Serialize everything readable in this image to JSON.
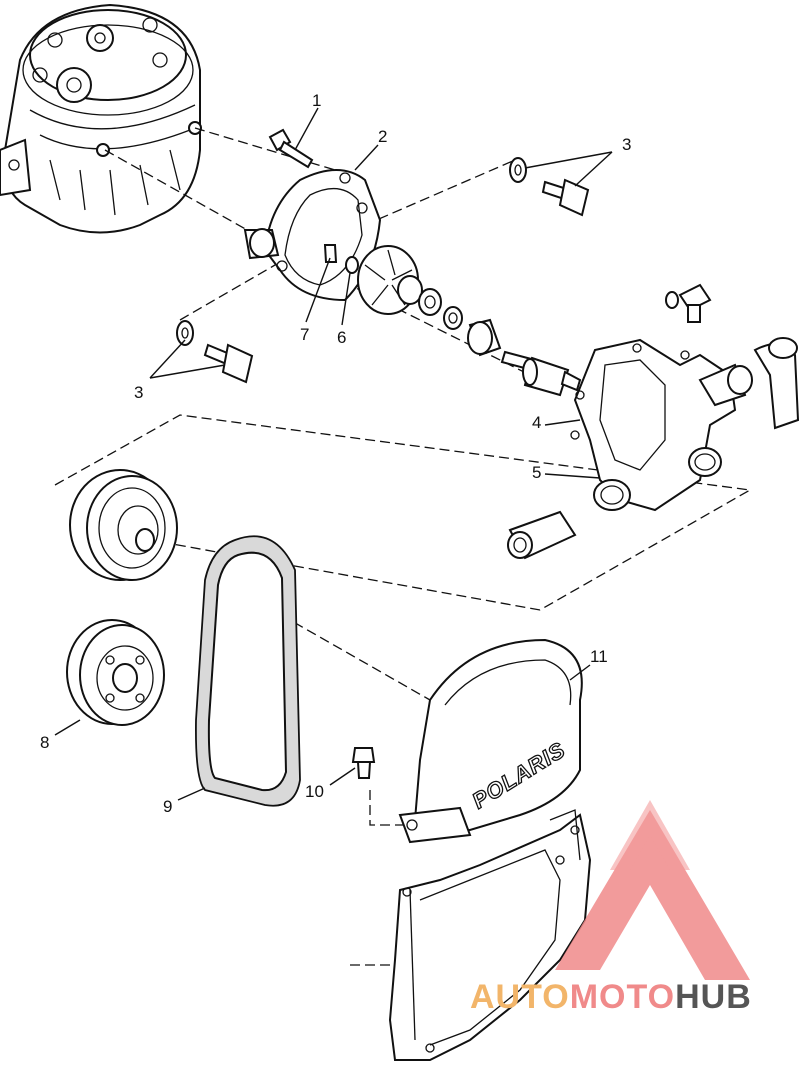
{
  "diagram": {
    "callouts": [
      {
        "id": "1",
        "label": "1"
      },
      {
        "id": "2",
        "label": "2"
      },
      {
        "id": "3a",
        "label": "3"
      },
      {
        "id": "3b",
        "label": "3"
      },
      {
        "id": "4",
        "label": "4"
      },
      {
        "id": "5",
        "label": "5"
      },
      {
        "id": "6",
        "label": "6"
      },
      {
        "id": "7",
        "label": "7"
      },
      {
        "id": "8",
        "label": "8"
      },
      {
        "id": "9",
        "label": "9"
      },
      {
        "id": "10",
        "label": "10"
      },
      {
        "id": "11",
        "label": "11"
      }
    ],
    "cover_brand": "POLARIS"
  },
  "watermark": {
    "word_part1": "AUTO",
    "word_part2": "MOTO",
    "word_part3": "HUB",
    "color_part1": "#f2b56a",
    "color_part2": "#f08a8a",
    "color_part3": "#555555"
  }
}
